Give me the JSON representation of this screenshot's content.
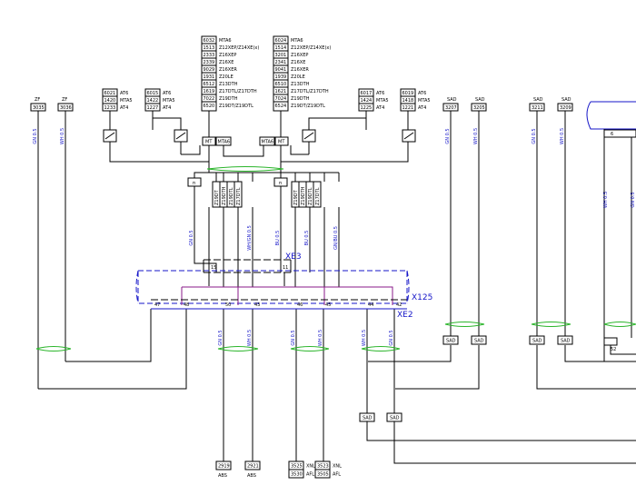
{
  "title_blocks": {
    "left": {
      "codes": [
        "6032",
        "1513",
        "2333",
        "2339",
        "9029",
        "1931",
        "6512",
        "1619",
        "7022",
        "6520"
      ],
      "labels": [
        "MTA6",
        "Z12XEP/Z14XE(x)",
        "Z16XEP",
        "Z16XE",
        "Z16XER",
        "Z20LE",
        "Z13DTH",
        "Z17DTL/Z17DTH",
        "Z19DTH",
        "Z19DT/Z19DTL"
      ]
    },
    "right": {
      "codes": [
        "6024",
        "1514",
        "3201",
        "2341",
        "9041",
        "1939",
        "6510",
        "1621",
        "7024",
        "6524"
      ],
      "labels": [
        "MTA6",
        "Z12XEP/Z14XE(x)",
        "Z16XEP",
        "Z16XE",
        "Z16XER",
        "Z20LE",
        "Z13DTH",
        "Z17DTL/Z17DTH",
        "Z19DTH",
        "Z19DT/Z19DTL"
      ]
    }
  },
  "small_blocks": [
    {
      "codes": [
        "6021",
        "1420",
        "1233"
      ],
      "labels": [
        "AT6",
        "MTA5",
        "AT4"
      ]
    },
    {
      "codes": [
        "6015",
        "1422",
        "1227"
      ],
      "labels": [
        "AT6",
        "MTA5",
        "AT4"
      ]
    },
    {
      "codes": [
        "6017",
        "1424",
        "1225"
      ],
      "labels": [
        "AT6",
        "MTA5",
        "AT4"
      ]
    },
    {
      "codes": [
        "6019",
        "1418",
        "1221"
      ],
      "labels": [
        "AT6",
        "MTA5",
        "AT4"
      ]
    }
  ],
  "top_connectors": [
    {
      "label": "ZF",
      "code": "3035"
    },
    {
      "label": "ZF",
      "code": "3036"
    },
    {
      "label": "SAD",
      "code": "3207"
    },
    {
      "label": "SAD",
      "code": "3205"
    },
    {
      "label": "SAD",
      "code": "3211"
    },
    {
      "label": "SAD",
      "code": "3209"
    }
  ],
  "bottom_connectors": [
    {
      "code": "2919",
      "label": "ABS"
    },
    {
      "code": "2921",
      "label": "ABS"
    },
    {
      "codes": [
        "3525",
        "3530"
      ],
      "labels": [
        "XNL",
        "AFL"
      ]
    },
    {
      "codes": [
        "3523",
        "3505"
      ],
      "labels": [
        "XNL",
        "AFL"
      ]
    }
  ],
  "switch_labels": {
    "mt": "MT",
    "mta6": "MTA6",
    "mt_sw": "MT\nMTA"
  },
  "models_left": [
    "Z19DT",
    "Z19DTH",
    "Z19DTL",
    "Z17DTL",
    "Z17DTH",
    "Z13DTH"
  ],
  "models_right": [
    "Z19DT",
    "Z19DTH",
    "Z19DTL",
    "Z17DTL",
    "Z17DTH",
    "Z13DTH"
  ],
  "wire_colors": {
    "gn05": "GN 0.5",
    "wh05": "WH 0.5",
    "bu05": "BU 0.5",
    "whgn05": "WH/GN 0.5",
    "gnbu05": "GN/BU 0.5"
  },
  "connector_labels": {
    "xe3": "XE3",
    "x125": "X125",
    "xe2": "XE2"
  },
  "pin_numbers": [
    "47",
    "48",
    "50",
    "43",
    "46",
    "45",
    "44",
    "42"
  ],
  "xe3_pins": [
    "15",
    "11"
  ],
  "sad_label": "SAD",
  "page_ref": "6",
  "pin_52": "52"
}
